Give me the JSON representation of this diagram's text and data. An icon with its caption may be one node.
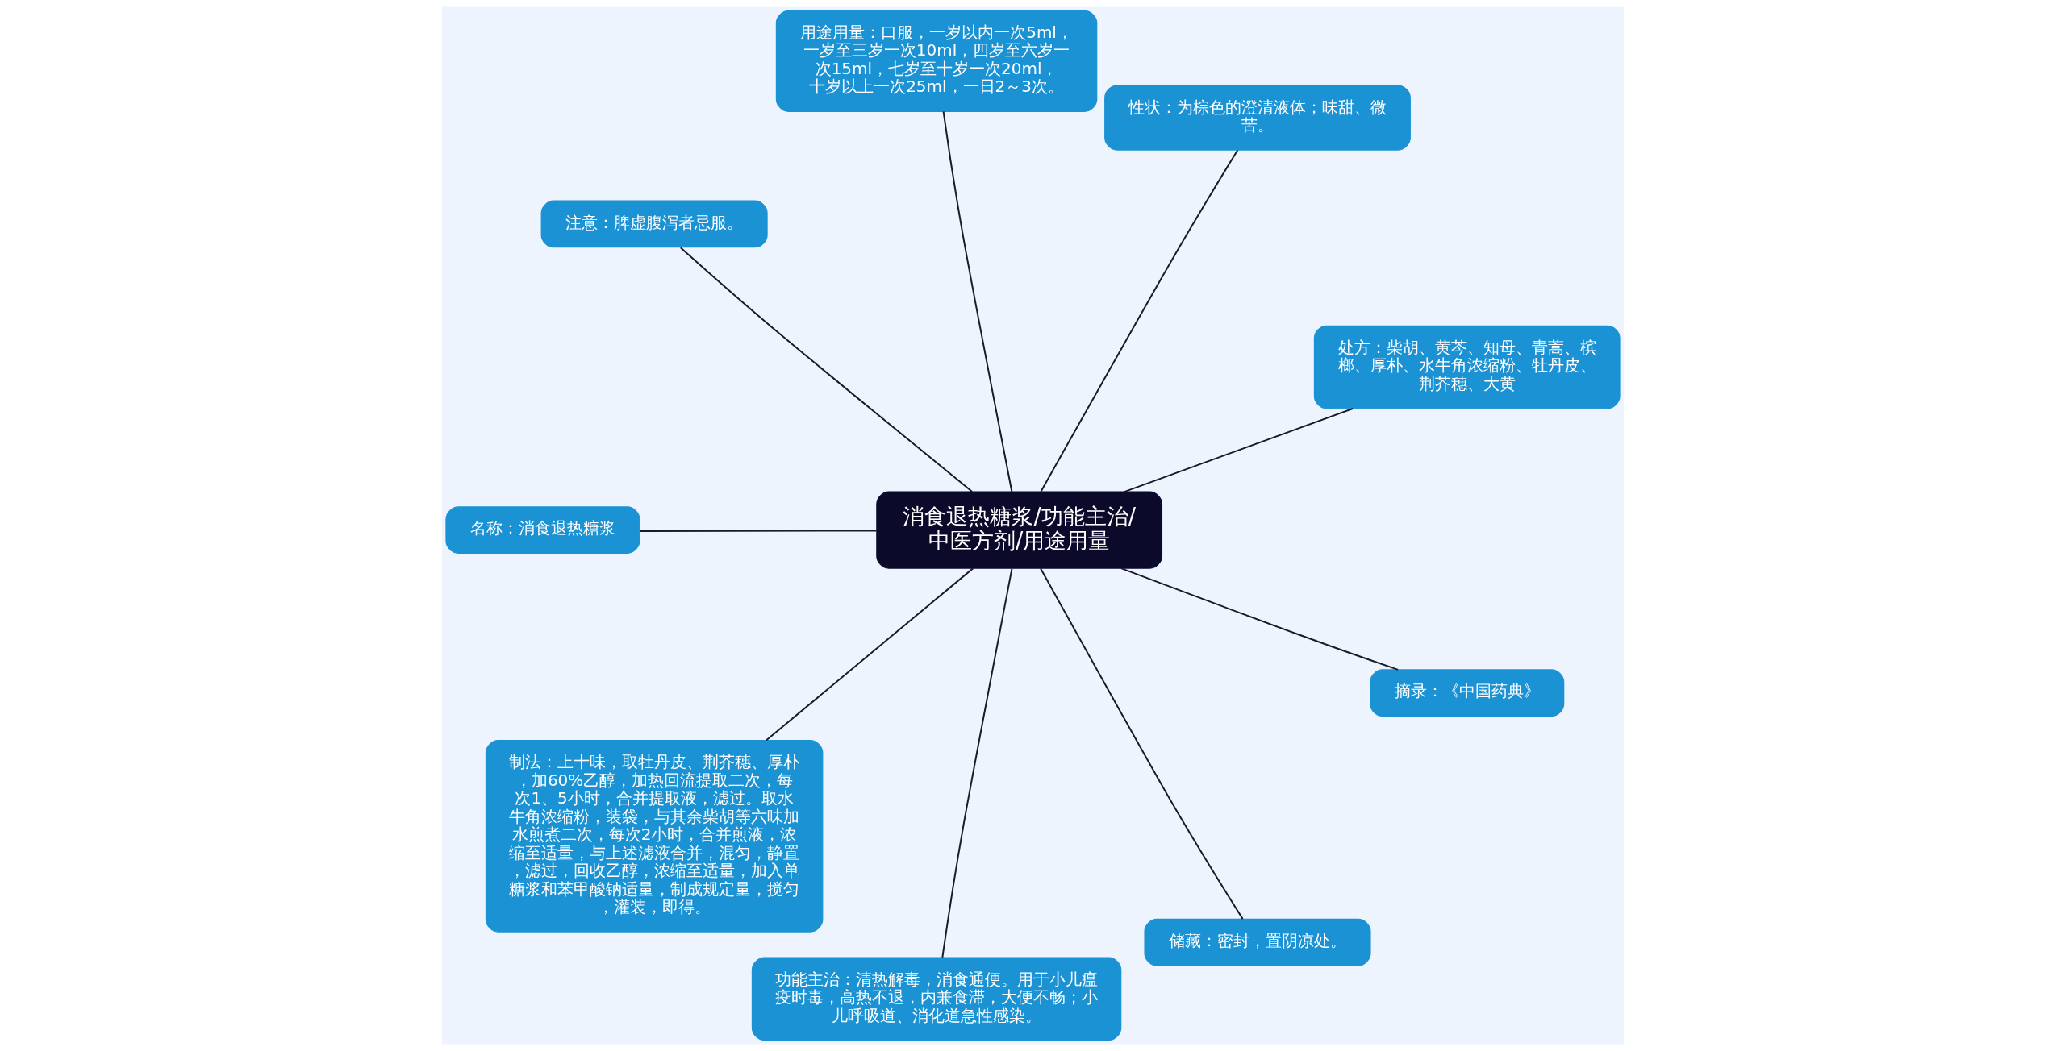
{
  "diagram": {
    "nodes": [
      {
        "text": [
          "消食退热糖浆/功能主治/中医方剂/用途用量"
        ]
      },
      {
        "text": [
          "处方：柴胡、黄芩、知母、青蒿、槟榔、厚朴、水牛角浓缩粉、牡丹皮、荆芥穗、大黄"
        ]
      },
      {
        "text": [
          "性状：为棕色的澄清液体；味甜、微苦。"
        ]
      },
      {
        "text": [
          "用途用量：口服，一岁以内一次5ml，一岁至三岁一次10ml，四岁至六岁一次15ml，七岁至十岁一次20ml，十岁以上一次25ml，一日2～3次。"
        ]
      },
      {
        "text": [
          "注意：脾虚腹泻者忌服。"
        ]
      },
      {
        "text": [
          "名称：消食退热糖浆"
        ]
      },
      {
        "text": [
          "制法：上十味，取牡丹皮、荆芥穗、厚朴，加60%乙醇，加热回流提取二次，每次1、5小时，合并提取液，滤过。取水牛角浓缩粉，装袋，与其余柴胡等六味加水煎煮二次，每次2小时，合并煎液，浓缩至适量，与上述滤液合并，混匀，静置，滤过，回收乙醇，浓缩至适量，加入单糖浆和苯甲酸钠适量，制成规定量，搅匀，灌装，即得。"
        ]
      },
      {
        "text": [
          "功能主治：清热解毒，消食通便。用于小儿瘟疫时毒，高热不退，内兼食滞，大便不畅；小儿呼吸道、消化道急性感染。"
        ]
      },
      {
        "text": [
          "储藏：密封，置阴凉处。"
        ]
      },
      {
        "text": [
          "摘录：《中国药典》"
        ]
      }
    ],
    "edges": [
      {
        "from": 0,
        "to": 1,
        "arrow": "none"
      },
      {
        "from": 0,
        "to": 2,
        "arrow": "none"
      },
      {
        "from": 0,
        "to": 3,
        "arrow": "none"
      },
      {
        "from": 0,
        "to": 4,
        "arrow": "none"
      },
      {
        "from": 0,
        "to": 5,
        "arrow": "none"
      },
      {
        "from": 0,
        "to": 6,
        "arrow": "none"
      },
      {
        "from": 0,
        "to": 7,
        "arrow": "none"
      },
      {
        "from": 0,
        "to": 8,
        "arrow": "none"
      },
      {
        "from": 0,
        "to": 9,
        "arrow": "none"
      }
    ]
  }
}
